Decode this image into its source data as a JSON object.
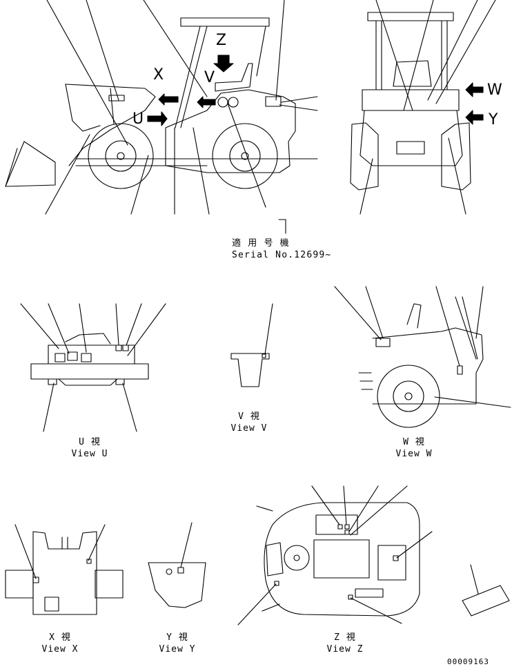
{
  "callouts": {
    "x": "X",
    "v": "V",
    "z": "Z",
    "u": "U",
    "w": "W",
    "y": "Y"
  },
  "serial": {
    "label_jp": "適 用 号 機",
    "label_en": "Serial No.12699~"
  },
  "views": {
    "u": {
      "jp": "U  視",
      "en": "View U"
    },
    "v": {
      "jp": "V  視",
      "en": "View V"
    },
    "w": {
      "jp": "W  視",
      "en": "View W"
    },
    "x": {
      "jp": "X  視",
      "en": "View X"
    },
    "y": {
      "jp": "Y  視",
      "en": "View Y"
    },
    "z": {
      "jp": "Z  視",
      "en": "View Z"
    }
  },
  "drawing_number": "00009163",
  "colors": {
    "line": "#000000",
    "background": "#ffffff"
  }
}
